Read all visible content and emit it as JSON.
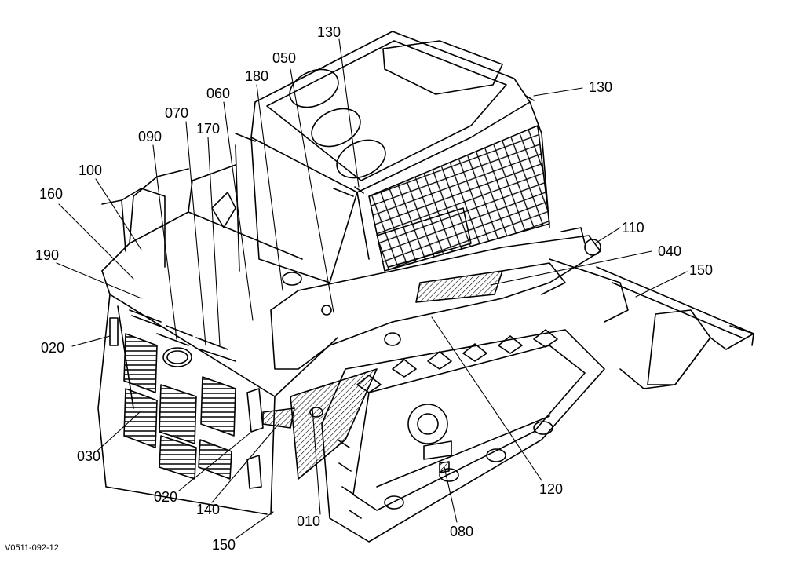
{
  "figure_code": "V0511-092-12",
  "callouts": {
    "c130_top": "130",
    "c050": "050",
    "c180": "180",
    "c060": "060",
    "c070": "070",
    "c170": "170",
    "c090": "090",
    "c100": "100",
    "c160": "160",
    "c190": "190",
    "c020_left": "020",
    "c030": "030",
    "c020_bottom": "020",
    "c140": "140",
    "c150_bottom": "150",
    "c010": "010",
    "c080": "080",
    "c120": "120",
    "c150_right": "150",
    "c040": "040",
    "c110": "110",
    "c130_right": "130"
  },
  "colors": {
    "ink": "#000000",
    "background": "#ffffff"
  }
}
